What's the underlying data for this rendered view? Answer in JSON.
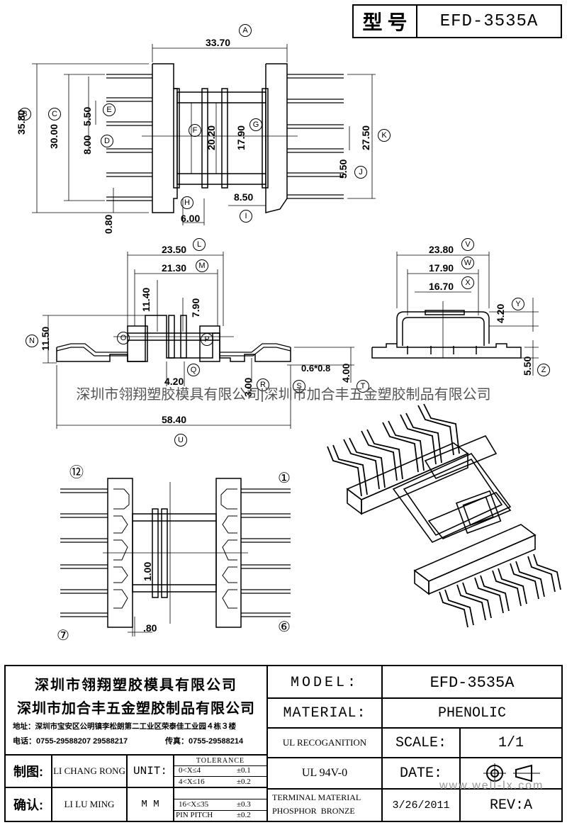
{
  "header": {
    "model_label": "型 号",
    "model_value": "EFD-3535A"
  },
  "top_view": {
    "dims": [
      "33.70",
      "35.80",
      "30.00",
      "5.50",
      "8.00",
      "20.20",
      "17.90",
      "27.50",
      "5.50",
      "8.50",
      "6.00",
      "0.80"
    ],
    "callouts": [
      "A",
      "B",
      "C",
      "E",
      "D",
      "F",
      "G",
      "K",
      "J",
      "H",
      "I"
    ]
  },
  "side_view": {
    "dims": [
      "23.50",
      "21.30",
      "11.40",
      "7.90",
      "11.50",
      "4.20",
      "3.00",
      "0.6*0.8",
      "4.00",
      "58.40"
    ],
    "callouts": [
      "L",
      "M",
      "N",
      "O",
      "P",
      "Q",
      "R",
      "S",
      "T",
      "U"
    ]
  },
  "end_view": {
    "dims": [
      "23.80",
      "17.90",
      "16.70",
      "4.20",
      "5.50"
    ],
    "callouts": [
      "V",
      "W",
      "X",
      "Y",
      "Z"
    ]
  },
  "bottom_view": {
    "dims": [
      "1.00",
      ".80"
    ],
    "pins": [
      "⑫",
      "①",
      "⑦",
      "⑥"
    ]
  },
  "watermark": "深圳市翎翔塑胶模具有限公司|深圳市加合丰五金塑胶制品有限公司",
  "watermark_url": "www.well-lx.com",
  "title_block": {
    "company1": "深圳市翎翔塑胶模具有限公司",
    "company2": "深圳市加合丰五金塑胶制品有限公司",
    "address": "地址：深圳市宝安区公明镇李松朗第二工业区荣泰佳工业园４栋３楼",
    "phone": "电话：0755-29588207  29588217",
    "fax": "传真：0755-29588214",
    "model_label": "MODEL:",
    "model_value": "EFD-3535A",
    "material_label": "MATERIAL:",
    "material_value": "PHENOLIC",
    "ul_label": "UL RECOGANITION",
    "ul_value": "UL 94V-0",
    "scale_label": "SCALE:",
    "scale_value": "1/1",
    "date_label": "DATE:",
    "date_value": "3/26/2011",
    "terminal_label": "TERMINAL MATERIAL",
    "terminal_value": "PHOSPHOR  BRONZE",
    "rev_label": "REV:A",
    "drawn_label": "制图:",
    "drawn_value": "LI CHANG RONG",
    "check_label": "确认:",
    "check_value": "LI LU MING",
    "unit_label": "UNIT:",
    "unit_value": "M M",
    "tolerance_label": "TOLERANCE",
    "tolerances": [
      {
        "range": "0<X≤4",
        "value": "±0.1"
      },
      {
        "range": "4<X≤16",
        "value": "±0.2"
      },
      {
        "range": "16<X≤35",
        "value": "±0.3"
      },
      {
        "range": "PIN PITCH",
        "value": "±0.2"
      }
    ]
  }
}
